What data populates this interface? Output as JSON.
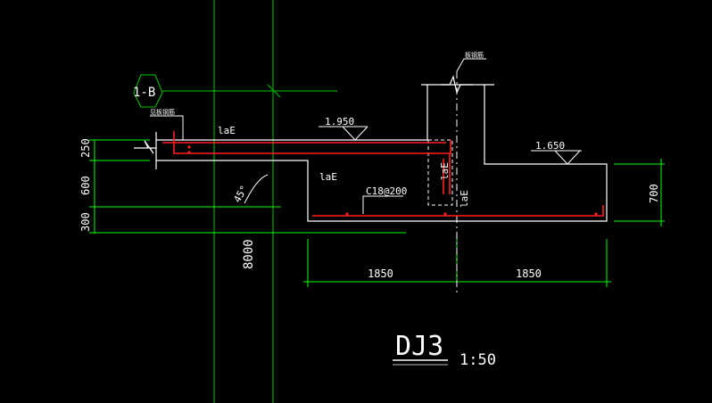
{
  "colors": {
    "background": "#000000",
    "outline": "#ffffff",
    "dimension": "#00ff00",
    "rebar": "#ff2020",
    "grid_axis": "#00cc00"
  },
  "grid": {
    "axis_tag": "1-B",
    "span_label": "8000"
  },
  "notes": {
    "top_note": "板钢筋",
    "left_note": "见板钢筋"
  },
  "rebar": {
    "anchor_label_top": "laE",
    "anchor_label_middle": "laE",
    "anchor_label_wall_left": "laE",
    "anchor_label_wall_right": "laE",
    "bottom_bar_spec": "C18@200"
  },
  "elevations": {
    "slab_top": "1.950",
    "right_top": "1.650"
  },
  "dimensions": {
    "left_250": "250",
    "left_600": "600",
    "left_300": "300",
    "right_700": "700",
    "bottom_left": "1850",
    "bottom_right": "1850",
    "angle": "45°"
  },
  "title": {
    "name": "DJ3",
    "scale": "1:50"
  }
}
